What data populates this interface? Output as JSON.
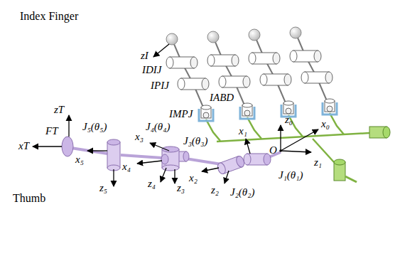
{
  "diagram": {
    "labels": [
      "Index Finger",
      "zI",
      "IDIJ",
      "IPIJ",
      "IABD",
      "IMPJ",
      "z₀",
      "x₀",
      "O",
      "z₁",
      "J₁(θ₁)",
      "x₁",
      "J₂(θ₂)",
      "z₂",
      "x₂",
      "J₃(θ₃)",
      "x₃",
      "z₃",
      "J₄(θ₄)",
      "x₄",
      "z₄",
      "J₅(θ₅)",
      "x₅",
      "z₅",
      "xT",
      "FT",
      "zT",
      "Thumb"
    ]
  }
}
